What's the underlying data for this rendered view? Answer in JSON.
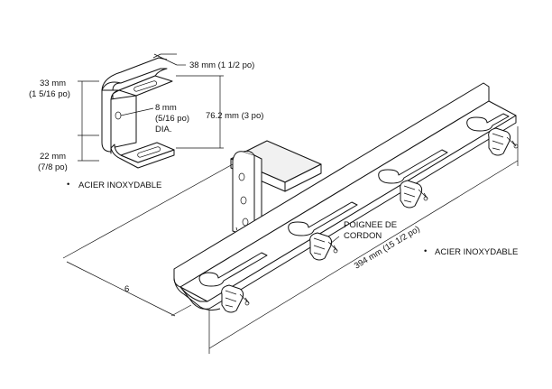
{
  "labels": {
    "bracket_height_top": "33 mm",
    "bracket_height_top_in": "(1 5/16 po)",
    "bracket_width": "38 mm (1 1/2 po)",
    "hole_diameter": "8 mm",
    "hole_diameter_in": "(5/16 po)",
    "hole_diameter_dia": "DIA.",
    "bracket_depth": "76.2 mm (3 po)",
    "bracket_height_bottom": "22 mm",
    "bracket_height_bottom_in": "(7/8 po)",
    "material_left": "ACIER INOXYDABLE",
    "cord_grip_line1": "POIGNEE DE",
    "cord_grip_line2": "CORDON",
    "bar_length": "394 mm (15 1/2 po)",
    "material_right": "ACIER INOXYDABLE",
    "count_marker": "6"
  },
  "bullets": {
    "left": "•",
    "right": "•"
  }
}
